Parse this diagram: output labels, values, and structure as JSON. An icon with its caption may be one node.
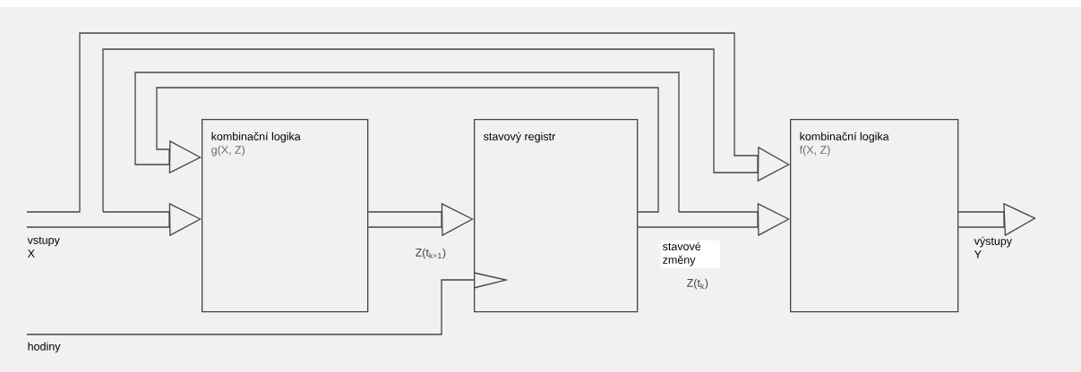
{
  "diagram": {
    "nodes": [
      {
        "text": [
          "kombinační logika",
          "g(X, Z)"
        ]
      },
      {
        "text": [
          "stavový registr"
        ]
      },
      {
        "text": [
          "kombinační logika",
          "f(X, Z)"
        ]
      },
      {
        "text": [
          "vstupy",
          "X"
        ]
      },
      {
        "text": [
          "hodiny"
        ]
      },
      {
        "text": [
          "výstupy",
          "Y"
        ]
      }
    ],
    "edges": [
      {
        "from": 3,
        "to": 2,
        "arrow": "to"
      },
      {
        "from": 3,
        "to": 0,
        "arrow": "to"
      },
      {
        "from": 0,
        "to": 1,
        "arrow": "to",
        "label": "Z(t$_{k+1}$)"
      },
      {
        "from": 1,
        "to": 0,
        "arrow": "to"
      },
      {
        "from": 1,
        "to": 2,
        "arrow": "to",
        "label": "Z(t$_{k}$)"
      },
      {
        "from": 4,
        "to": 1,
        "arrow": "none"
      },
      {
        "from": 2,
        "to": 5,
        "arrow": "to"
      }
    ],
    "labels": [
      "stavové změny"
    ]
  }
}
